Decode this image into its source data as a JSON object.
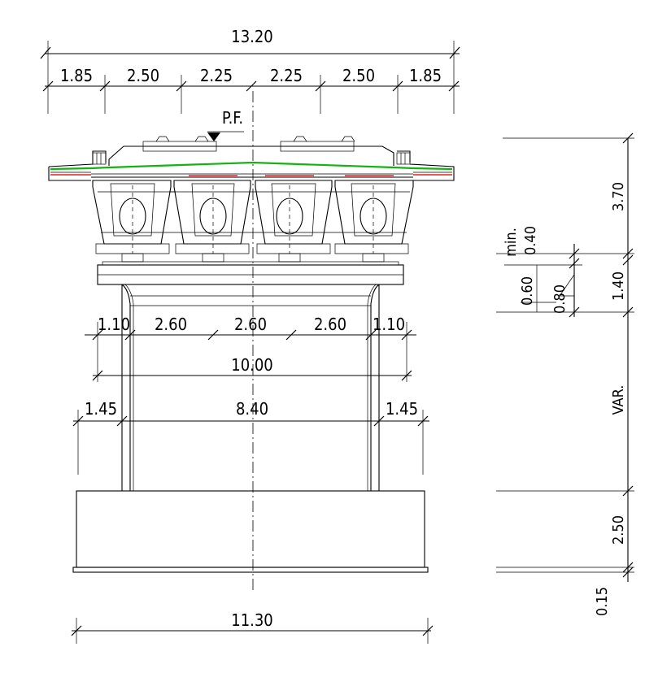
{
  "labels": {
    "total_width": "13.20",
    "seg_left_cantilever": "1.85",
    "seg_left_outer": "2.50",
    "seg_left_inner": "2.25",
    "seg_right_inner": "2.25",
    "seg_right_outer": "2.50",
    "seg_right_cantilever": "1.85",
    "pf": "P.F.",
    "cap_left_edge": "1.10",
    "cap_bay_1": "2.60",
    "cap_bay_2": "2.60",
    "cap_bay_3": "2.60",
    "cap_right_edge": "1.10",
    "cap_width": "10.00",
    "pier_left_offset": "1.45",
    "pier_spacing": "8.40",
    "pier_right_offset": "1.45",
    "footing_width": "11.30",
    "deck_depth": "3.70",
    "min_label": "min.",
    "min_value": "0.40",
    "cap_depth": "1.40",
    "cap_edge_depth": "0.60",
    "haunch_depth": "0.80",
    "pier_height": "VAR.",
    "footing_depth": "2.50",
    "blinding_depth": "0.15"
  },
  "colors": {
    "line": "#000000",
    "green": "#12b312",
    "red": "#e32222"
  }
}
